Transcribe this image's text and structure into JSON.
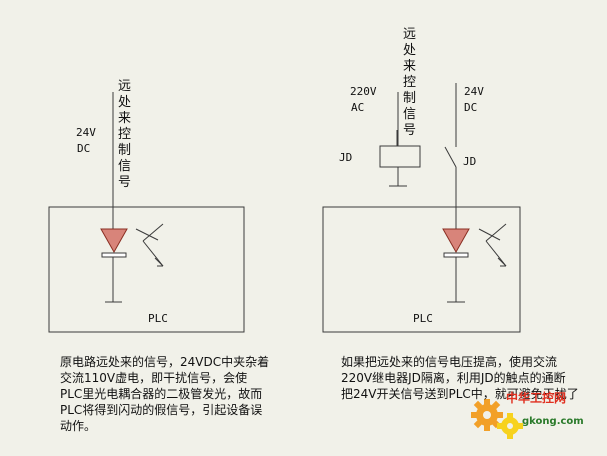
{
  "left_diagram": {
    "signal_label": [
      "远",
      "处",
      "来",
      "控",
      "制",
      "信",
      "号"
    ],
    "voltage_label": [
      "24V",
      "DC"
    ],
    "box_label": "PLC"
  },
  "right_diagram": {
    "signal_label": [
      "远",
      "处",
      "来",
      "控",
      "制",
      "信",
      "号"
    ],
    "ac_label": [
      "220V",
      "AC"
    ],
    "dc_label": [
      "24V",
      "DC"
    ],
    "relay_label": "JD",
    "contact_label": "JD",
    "box_label": "PLC"
  },
  "captions": {
    "left": [
      "原电路远处来的信号，24VDC中夹杂着",
      "交流110V虚电，即干扰信号，会使",
      "PLC里光电耦合器的二极管发光，故而",
      "PLC将得到闪动的假信号，引起设备误",
      "动作。"
    ],
    "right": [
      "如果把远处来的信号电压提高，使用交流",
      "220V继电器JD隔离，利用JD的触点的通断",
      "把24V开关信号送到PLC中，就可避免干扰了"
    ]
  },
  "watermark": {
    "cn": "中华工控网",
    "en": "gkong.com"
  },
  "colors": {
    "background": "#f1f1e9",
    "line": "#3a3a3a",
    "diode_fill": "#d8847a",
    "diode_stroke": "#8a2e22",
    "logo_red": "#e03020",
    "logo_green": "#2a7a2a",
    "gear_orange": "#f2a028",
    "gear_yellow": "#f7d21e"
  }
}
